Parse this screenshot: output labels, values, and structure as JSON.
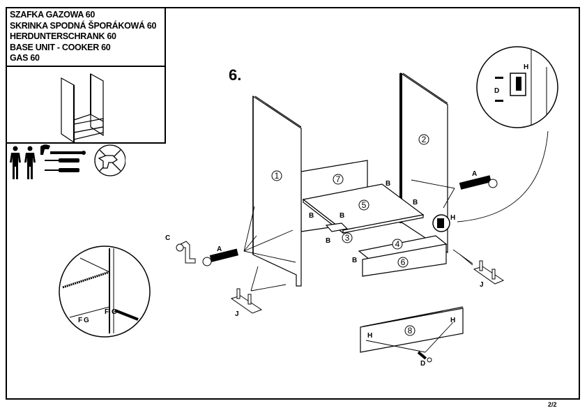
{
  "title": {
    "lines": [
      "SZAFKA GAZOWA  60",
      "SKRINKA SPODNÁ ŠPORÁKOWÁ 60",
      "HERDUNTERSCHRANK 60",
      "BASE UNIT - COOKER 60",
      "GAS 60"
    ]
  },
  "step": {
    "number": "6."
  },
  "page": {
    "indicator": "2/2"
  },
  "icons": {
    "people": "two-person-assembly-icon",
    "tools": [
      "hammer-icon",
      "screwdriver-icon",
      "screwdriver-icon"
    ],
    "prohibition": "no-power-drill-icon"
  },
  "parts": {
    "panels": [
      "1",
      "2",
      "3",
      "4",
      "5",
      "6",
      "7",
      "8"
    ],
    "fittings": {
      "A": "A",
      "B": "B",
      "C": "C",
      "D": "D",
      "F": "F",
      "G": "G",
      "H": "H",
      "J": "J"
    }
  }
}
